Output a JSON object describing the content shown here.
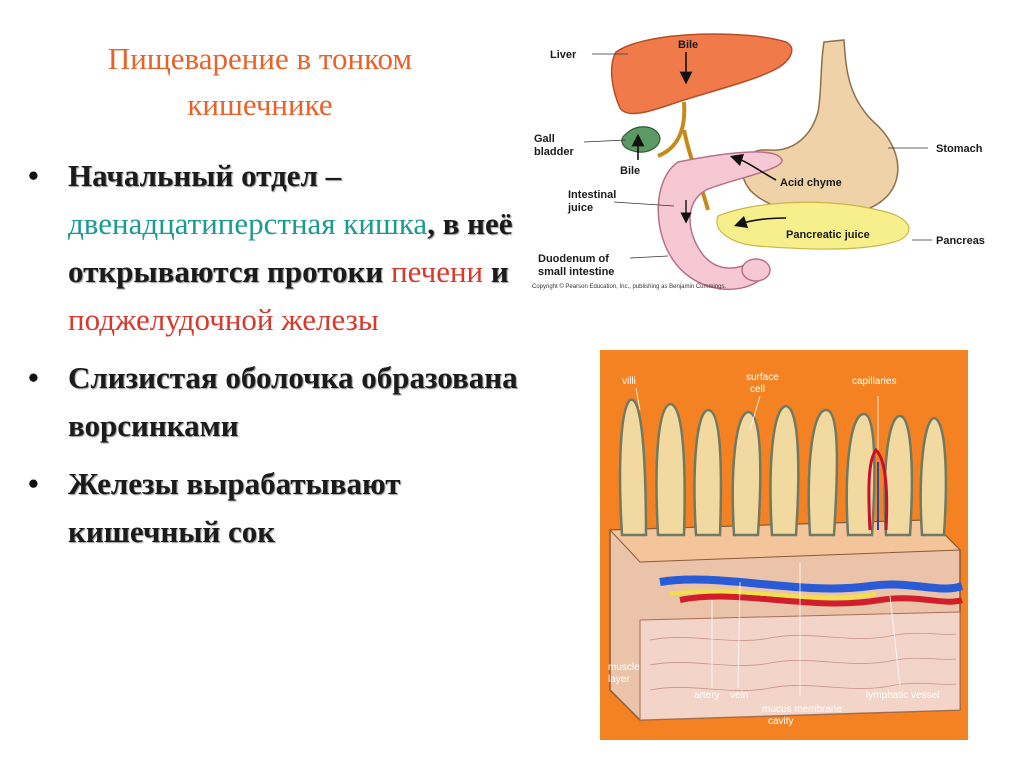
{
  "slide": {
    "title_line1": "Пищеварение в тонком",
    "title_line2": "кишечнике",
    "bullets": [
      {
        "p1": "Начальный отдел –",
        "p2": "двенадцатиперстная кишка",
        "p3": ", в неё открываются протоки",
        "p4": " печени",
        "p5": " и",
        "p6": " поджелудочной железы"
      },
      {
        "text": "Слизистая оболочка образована ворсинками"
      },
      {
        "text": "Железы вырабатывают кишечный сок"
      }
    ],
    "bullet_symbol": "•"
  },
  "diagram_top": {
    "labels": {
      "liver": "Liver",
      "bile_top": "Bile",
      "gall_bladder_1": "Gall",
      "gall_bladder_2": "bladder",
      "bile_bottom": "Bile",
      "intestinal_juice_1": "Intestinal",
      "intestinal_juice_2": "juice",
      "duodenum_1": "Duodenum of",
      "duodenum_2": "small intestine",
      "stomach": "Stomach",
      "acid_chyme": "Acid chyme",
      "pancreatic_juice": "Pancreatic juice",
      "pancreas": "Pancreas",
      "copyright": "Copyright © Pearson Education, Inc., publishing as Benjamin Cummings."
    }
  },
  "diagram_bottom": {
    "labels": {
      "villi": "villi",
      "surface_cell_1": "surface",
      "surface_cell_2": "cell",
      "capillaries": "capillaries",
      "muscle_layer_1": "muscle",
      "muscle_layer_2": "layer",
      "artery": "artery",
      "vein": "vein",
      "mucus_membrane_1": "mucus membrane",
      "mucus_membrane_2": "cavity",
      "lymphatic_vessel": "lymphatic vessel"
    }
  },
  "colors": {
    "title": "#e8622a",
    "teal_text": "#1b9a92",
    "red_text": "#d9382a",
    "diagram_bg": "#f58222"
  }
}
